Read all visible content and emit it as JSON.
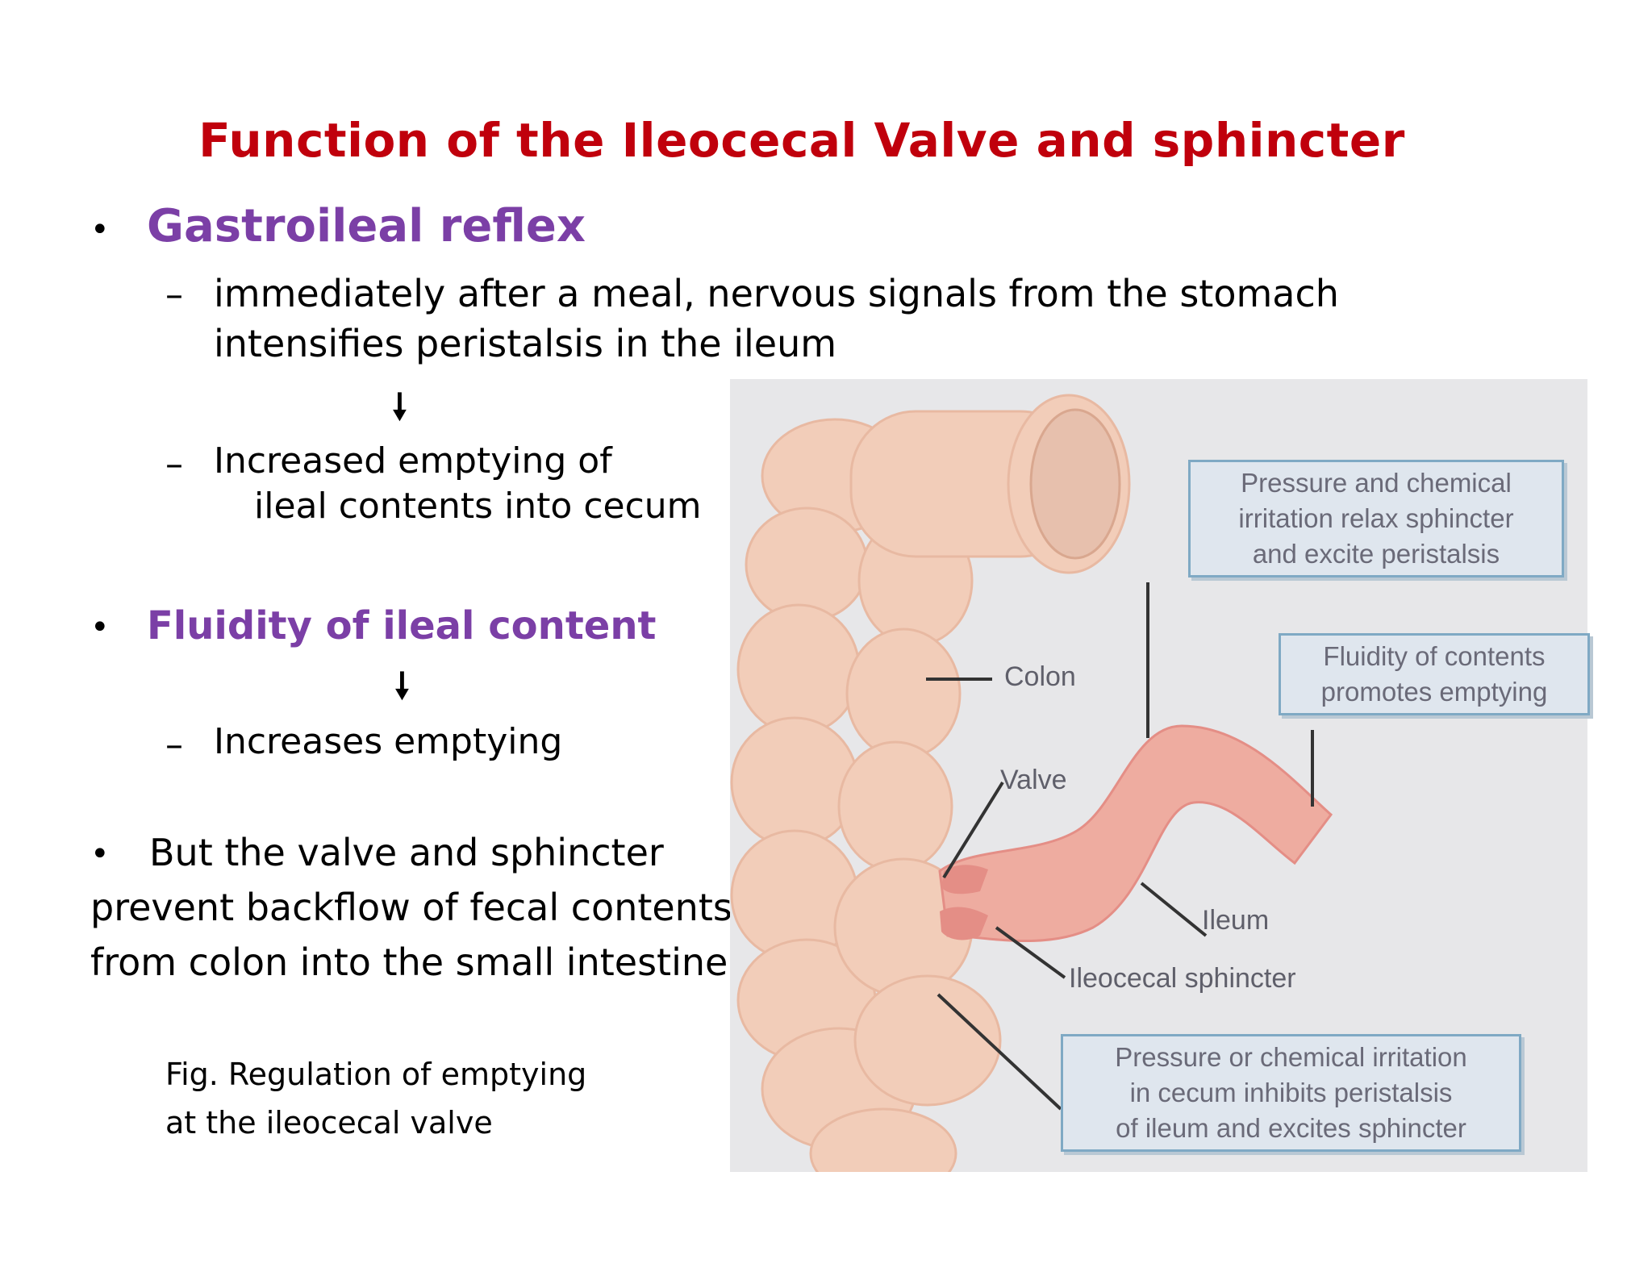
{
  "title": "Function of the Ileocecal Valve and sphincter",
  "bullet_symbol": "•",
  "dash_symbol": "–",
  "arrow_symbol": "🠗",
  "gastroileal": {
    "heading": "Gastroileal reflex",
    "sub1_line1": "immediately after a meal, nervous signals from the stomach",
    "sub1_line2": "intensifies peristalsis in the ileum",
    "sub2_line1": "Increased emptying of",
    "sub2_line2": "ileal contents into cecum"
  },
  "fluidity": {
    "heading": "Fluidity of ileal content",
    "sub1": "Increases emptying"
  },
  "backflow": {
    "line1": "But the valve and sphincter",
    "line2": "prevent backflow of fecal contents",
    "line3": "from colon into the small intestine"
  },
  "caption": {
    "line1": "Fig. Regulation of emptying",
    "line2": "at the ileocecal valve"
  },
  "figure": {
    "labels": {
      "colon": "Colon",
      "valve": "Valve",
      "ileum": "Ileum",
      "sphincter": "Ileocecal sphincter"
    },
    "box_top": [
      "Pressure and chemical",
      "irritation relax sphincter",
      "and excite peristalsis"
    ],
    "box_mid": [
      "Fluidity of contents",
      "promotes emptying"
    ],
    "box_bottom": [
      "Pressure or chemical irritation",
      "in cecum inhibits peristalsis",
      "of ileum and excites sphincter"
    ],
    "colors": {
      "tissue": "#f2cdb9",
      "tissue_edge": "#e8b9a2",
      "ileum": "#eeaca0",
      "ileum_dark": "#e48e86",
      "box_border": "#7fa9c4",
      "background": "#e7e7e9"
    }
  }
}
